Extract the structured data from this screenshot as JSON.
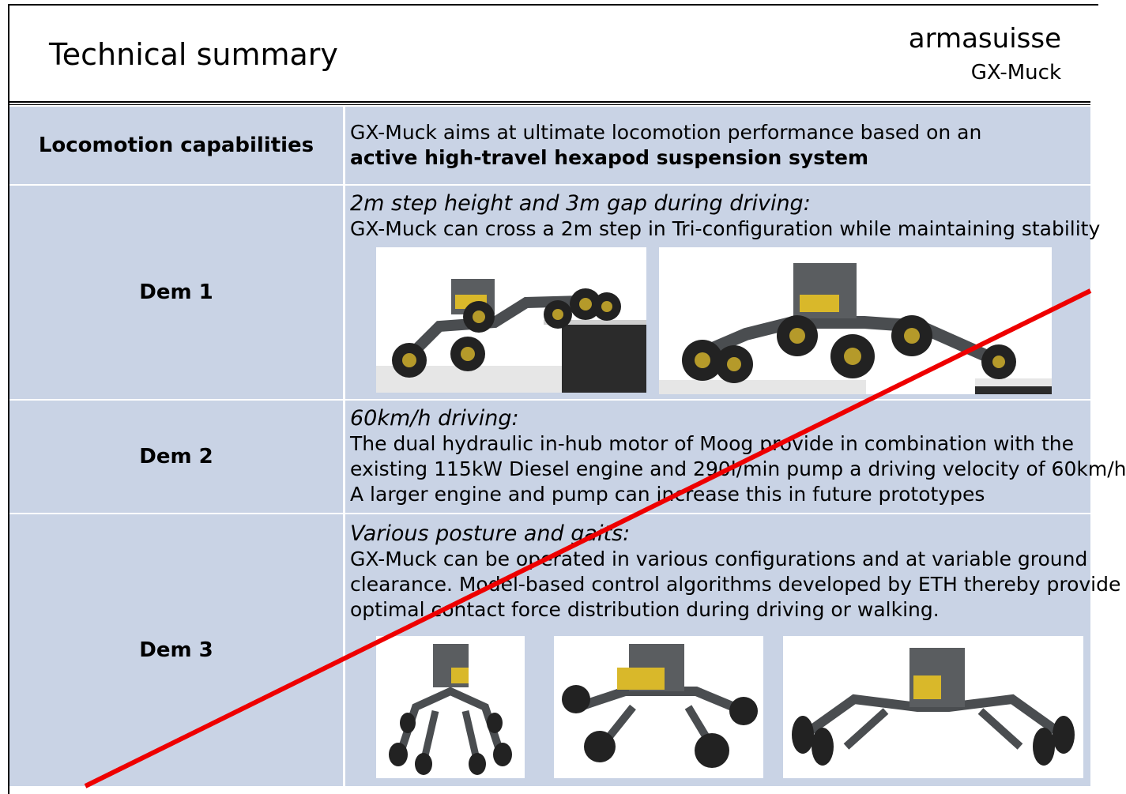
{
  "header": {
    "title": "Technical summary",
    "organization": "armasuisse",
    "project": "GX-Muck"
  },
  "rows": [
    {
      "label": "Locomotion capabilities",
      "line1": "GX-Muck aims at ultimate locomotion performance based on an",
      "line2_bold": "active high-travel hexapod suspension system"
    },
    {
      "label": "Dem 1",
      "subtitle": "2m step height and 3m gap during driving:",
      "lines": [
        "GX-Muck can cross a 2m step in Tri-configuration while maintaining stability"
      ]
    },
    {
      "label": "Dem 2",
      "subtitle": "60km/h driving:",
      "lines": [
        "The dual hydraulic in-hub motor of Moog provide in combination with the",
        "existing 115kW Diesel engine and 290l/min pump a driving velocity of 60km/h",
        "A larger engine and pump can increase this in future prototypes"
      ]
    },
    {
      "label": "Dem 3",
      "subtitle": "Various posture and gaits:",
      "lines": [
        "GX-Muck can be operated in various configurations and at variable ground",
        "clearance. Model-based control algorithms developed by ETH thereby provide",
        "optimal contact force distribution during driving or walking."
      ]
    }
  ],
  "colors": {
    "table_fill": "#c9d3e5",
    "strike_line": "#ee0000",
    "machine_body": "#3a3d40",
    "machine_accent": "#d9b82a"
  }
}
